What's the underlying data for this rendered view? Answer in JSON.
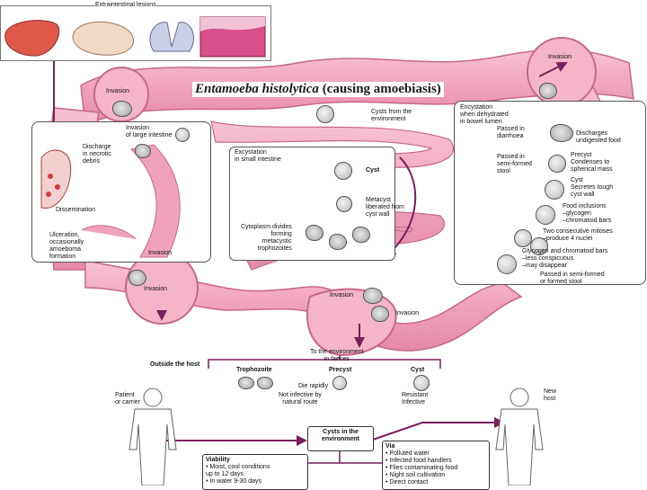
{
  "labels": {
    "extraintestinal": "Extraintestinal lesions",
    "title_species": "Entamoeba histolytica",
    "title_rest": "(causing amoebiasis)",
    "invasion_top_left": "Invasion",
    "invasion_top_right": "Invasion",
    "invasion_large": "Invasion\nof large intestine",
    "discharge_necrotic": "Discharge\nin necrotic\ndebris",
    "dissemination": "Dissemination",
    "ulceration": "Ulceration,\noccasionally\namoeboma\nformation",
    "invasion_left_panel": "Invasion",
    "cysts_environment": "Cysts from the\nenvironment",
    "excystation_small": "Excystation\nin small intestine",
    "cyst": "Cyst",
    "metacyst": "Metacyst\nliberated from\ncyst wall",
    "cytoplasm_divides": "Cytoplasm divides\nforming\nmetacystic\ntrophozoites",
    "encystation": "Encystation\nwhen dehydrated\nin bowel lumen",
    "passed_diarrhoea": "Passed in\ndiarrhoea",
    "discharges_food": "Discharges\nundigested food",
    "passed_semiformed": "Passed in\nsemi-formed\nstool",
    "precyst": "Precyst\nCondenses to\nspherical mass",
    "cyst_right": "Cyst\nSecretes tough\ncyst wall",
    "food_inclusions": "Food inclusions\n–glycogen\n–chromatoid bars",
    "two_mitoses": "Two consecutive mitoses\n–produce 4 nuclei",
    "glycogen_bars": "Glycogen and chromatoid bars\n–less conspicuous\n–may disappear",
    "passed_formed": "Passed in semi-formed\nor formed stool",
    "invasion_bottom_left": "Invasion",
    "invasion_bottom_mid": "Invasion",
    "invasion_bottom_right": "Invasion",
    "to_environment": "To the environment\nin faeces",
    "outside_host": "Outside the host",
    "trophozoite": "Trophozoite",
    "precyst_bottom": "Precyst",
    "cyst_bottom": "Cyst",
    "die_rapidly": "Die rapidly",
    "not_infective": "Not infective by\nnatural route",
    "resistant": "Resistant\nInfective",
    "patient": "Patient\nor carrier",
    "new_host": "New\nhost",
    "cysts_in_env": "Cysts in the\nenvironment",
    "viability_title": "Viability",
    "viability_items": "• Moist, cool conditions\n   up to 12 days\n• In water 9-30 days",
    "via_title": "Via",
    "via_items": "• Polluted water\n• Infected food handlers\n• Flies contaminating food\n• Night soil cultivation\n• Direct contact"
  },
  "colors": {
    "intestine": "#f2a7bf",
    "intestine_dark": "#d9739a",
    "arrow": "#7a1f5c",
    "liver": "#e0584a",
    "lung": "#c9cfe8"
  }
}
